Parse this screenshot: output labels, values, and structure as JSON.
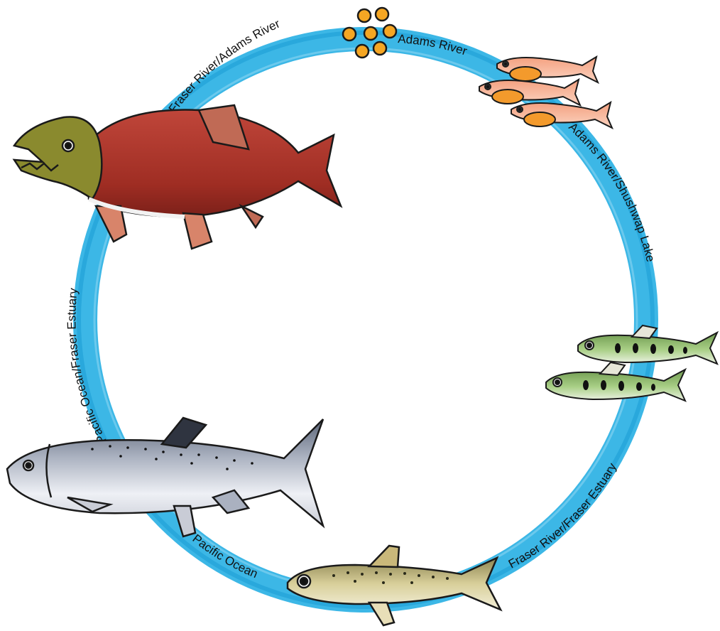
{
  "diagram": {
    "stages": [
      {
        "id": "eggs",
        "label": "Adams River",
        "icon": "eggs-icon"
      },
      {
        "id": "alevin",
        "label": "Adams River/Shushwap Lake",
        "icon": "alevin-fish-icon"
      },
      {
        "id": "fry",
        "label": "Fraser River/Fraser Estuary",
        "icon": "fry-fish-icon"
      },
      {
        "id": "smolt",
        "label": "Pacific Ocean",
        "icon": "smolt-fish-icon"
      },
      {
        "id": "adult",
        "label": "Pacific Ocean/Fraser Estuary",
        "icon": "ocean-adult-salmon-icon"
      },
      {
        "id": "spawner",
        "label": "Fraser River/Adams River",
        "icon": "spawning-sockeye-icon"
      }
    ]
  },
  "colors": {
    "ring": "#3cb7e6",
    "ring_dark": "#1c9fd6",
    "egg": "#f5a623",
    "spawner_body": "#b0352a",
    "spawner_head": "#8a8a2e",
    "silver": "#c9ccd6",
    "parr_green": "#8fc06a"
  }
}
